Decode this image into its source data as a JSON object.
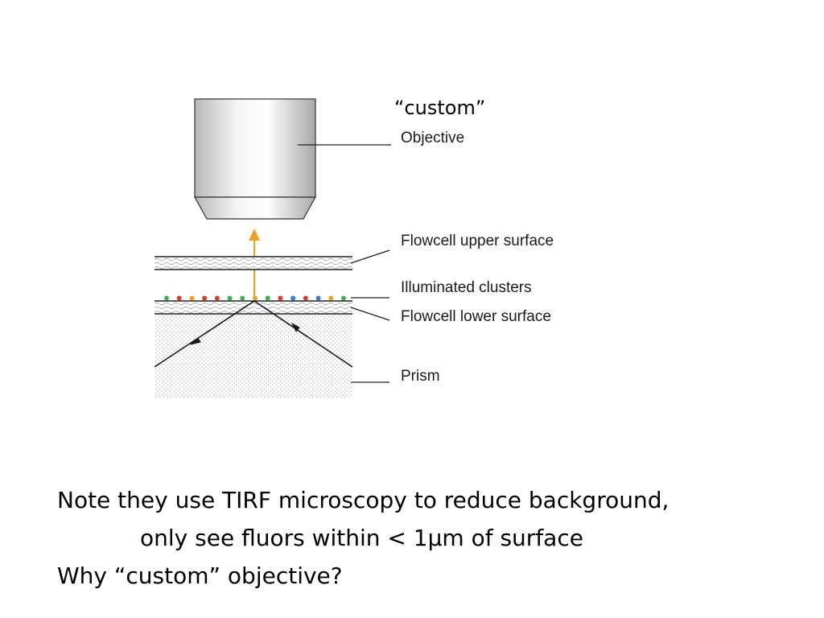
{
  "diagram": {
    "custom_label": "“custom”",
    "labels": {
      "objective": "Objective",
      "upper_surface": "Flowcell upper surface",
      "clusters": "Illuminated clusters",
      "lower_surface": "Flowcell lower surface",
      "prism": "Prism"
    },
    "colors": {
      "arrow": "#f0a020",
      "cluster_red": "#e03a2a",
      "cluster_green": "#3ab54a",
      "cluster_orange": "#f0a020",
      "cluster_blue": "#3a7fd5"
    },
    "cluster_dots": [
      "green",
      "red",
      "orange",
      "red",
      "red",
      "green",
      "green",
      "orange",
      "green",
      "red",
      "blue",
      "red",
      "blue",
      "orange",
      "green"
    ]
  },
  "notes": {
    "line1": "Note they use TIRF microscopy to reduce background,",
    "line2": "only see fluors within  < 1μm of surface",
    "line3": "Why “custom” objective?"
  }
}
